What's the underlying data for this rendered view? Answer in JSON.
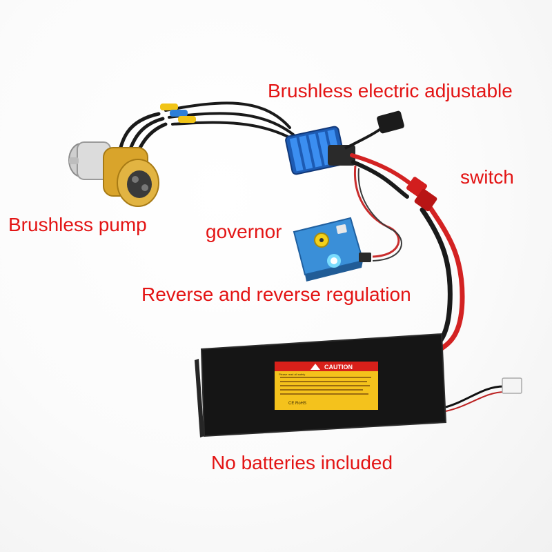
{
  "labels": {
    "esc": "Brushless electric adjustable",
    "switch": "switch",
    "pump": "Brushless pump",
    "governor": "governor",
    "reverse": "Reverse and reverse regulation",
    "no_batteries": "No batteries included"
  },
  "battery": {
    "caution_title": "CAUTION",
    "warning_text": "Please read all safety",
    "marks": "CE RoHS"
  },
  "colors": {
    "label_red": "#e31414",
    "esc_blue": "#1f6fd6",
    "battery_black": "#161616",
    "caution_red": "#d8201a",
    "caution_yellow": "#f4c21c",
    "wire_red": "#d32222",
    "wire_black": "#1a1a1a",
    "pump_gold": "#d9a42b",
    "governor_blue": "#3a8fd8"
  }
}
